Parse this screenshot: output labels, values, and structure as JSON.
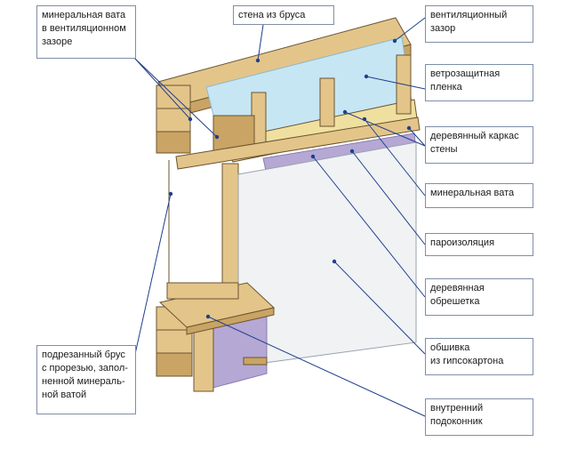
{
  "labels": {
    "mineral_wool_gap": "минеральная вата\nв вентиляционном\nзазоре",
    "timber_wall": "стена из бруса",
    "ventilation_gap": "вентиляционный\nзазор",
    "wind_film": "ветрозащитная\nпленка",
    "wood_frame": "деревянный каркас\nстены",
    "mineral_wool": "минеральная вата",
    "vapor_barrier": "пароизоляция",
    "wood_lathing": "деревянная\nобрешетка",
    "drywall": "обшивка\nиз гипсокартона",
    "cut_beam": "подрезанный брус\nс прорезью, запол-\nненной минераль-\nной ватой",
    "sill": "внутренний\nподоконник"
  },
  "colors": {
    "wood": "#e3c58a",
    "wood_dark": "#c9a464",
    "wood_edge": "#6b5430",
    "film": "#c6e6f4",
    "vapor": "#b5a8d4",
    "drywall": "#f0f2f4",
    "wool": "#efe0a0",
    "leader": "#1f3f8c"
  }
}
